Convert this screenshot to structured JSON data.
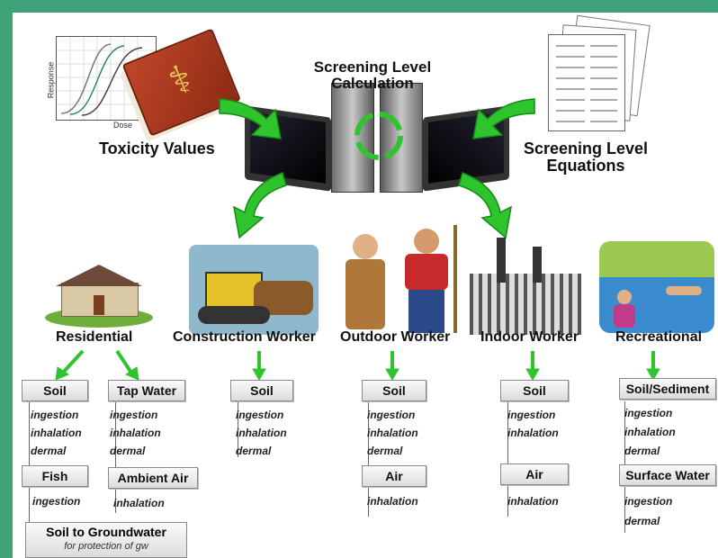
{
  "top": {
    "calc_title": [
      "Screening Level",
      "Calculation"
    ],
    "toxicity_label": "Toxicity Values",
    "equations_label": [
      "Screening Level",
      "Equations"
    ],
    "graph_y_label": "Response",
    "graph_x_label": "Dose"
  },
  "categories": {
    "residential": "Residential",
    "construction": "Construction Worker",
    "outdoor": "Outdoor Worker",
    "indoor": "Indoor Worker",
    "recreational": "Recreational"
  },
  "residential": {
    "soil": "Soil",
    "soil_pathways": [
      "ingestion",
      "inhalation",
      "dermal"
    ],
    "fish": "Fish",
    "fish_pathways": [
      "ingestion"
    ],
    "tap_water": "Tap Water",
    "tap_pathways": [
      "ingestion",
      "inhalation",
      "dermal"
    ],
    "ambient_air": "Ambient Air",
    "air_pathways": [
      "inhalation"
    ],
    "soil_gw": "Soil to Groundwater",
    "soil_gw_sub": "for protection of gw"
  },
  "construction": {
    "soil": "Soil",
    "soil_pathways": [
      "ingestion",
      "inhalation",
      "dermal"
    ]
  },
  "outdoor": {
    "soil": "Soil",
    "soil_pathways": [
      "ingestion",
      "inhalation",
      "dermal"
    ],
    "air": "Air",
    "air_pathways": [
      "inhalation"
    ]
  },
  "indoor": {
    "soil": "Soil",
    "soil_pathways": [
      "ingestion",
      "inhalation"
    ],
    "air": "Air",
    "air_pathways": [
      "inhalation"
    ]
  },
  "recreational": {
    "soil_sediment": "Soil/Sediment",
    "soil_pathways": [
      "ingestion",
      "inhalation",
      "dermal"
    ],
    "surface_water": "Surface Water",
    "water_pathways": [
      "ingestion",
      "dermal"
    ]
  },
  "colors": {
    "frame": "#3fa37a",
    "arrow": "#2ec42e",
    "arrow_dark": "#168a16"
  }
}
